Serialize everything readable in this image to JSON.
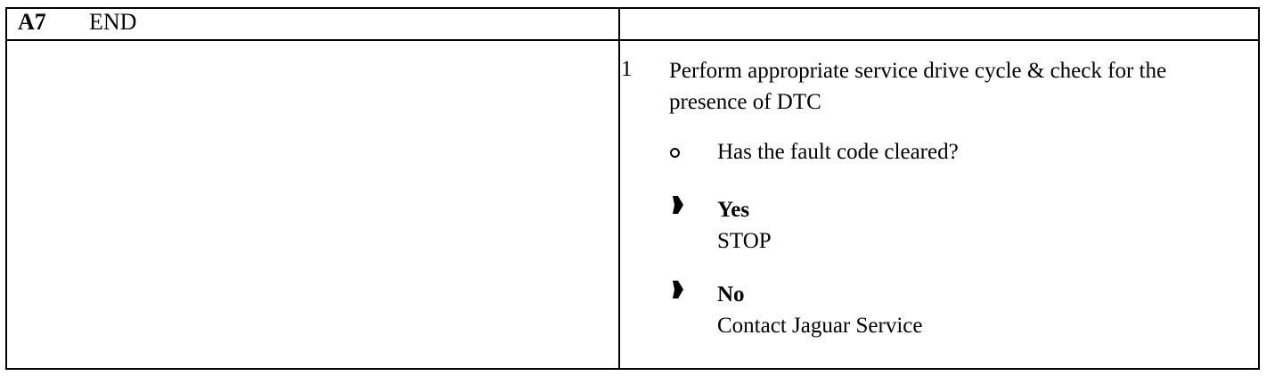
{
  "header": {
    "id": "A7",
    "title": "END"
  },
  "step": {
    "number": "1",
    "instruction": "Perform appropriate service drive cycle & check for the presence of DTC",
    "question": "Has the fault code cleared?",
    "answers": [
      {
        "label": "Yes",
        "text": "STOP"
      },
      {
        "label": "No",
        "text": "Contact Jaguar Service"
      }
    ]
  },
  "icons": {
    "question": "open-circle-bullet-icon",
    "answer": "arrow-pointer-icon"
  }
}
